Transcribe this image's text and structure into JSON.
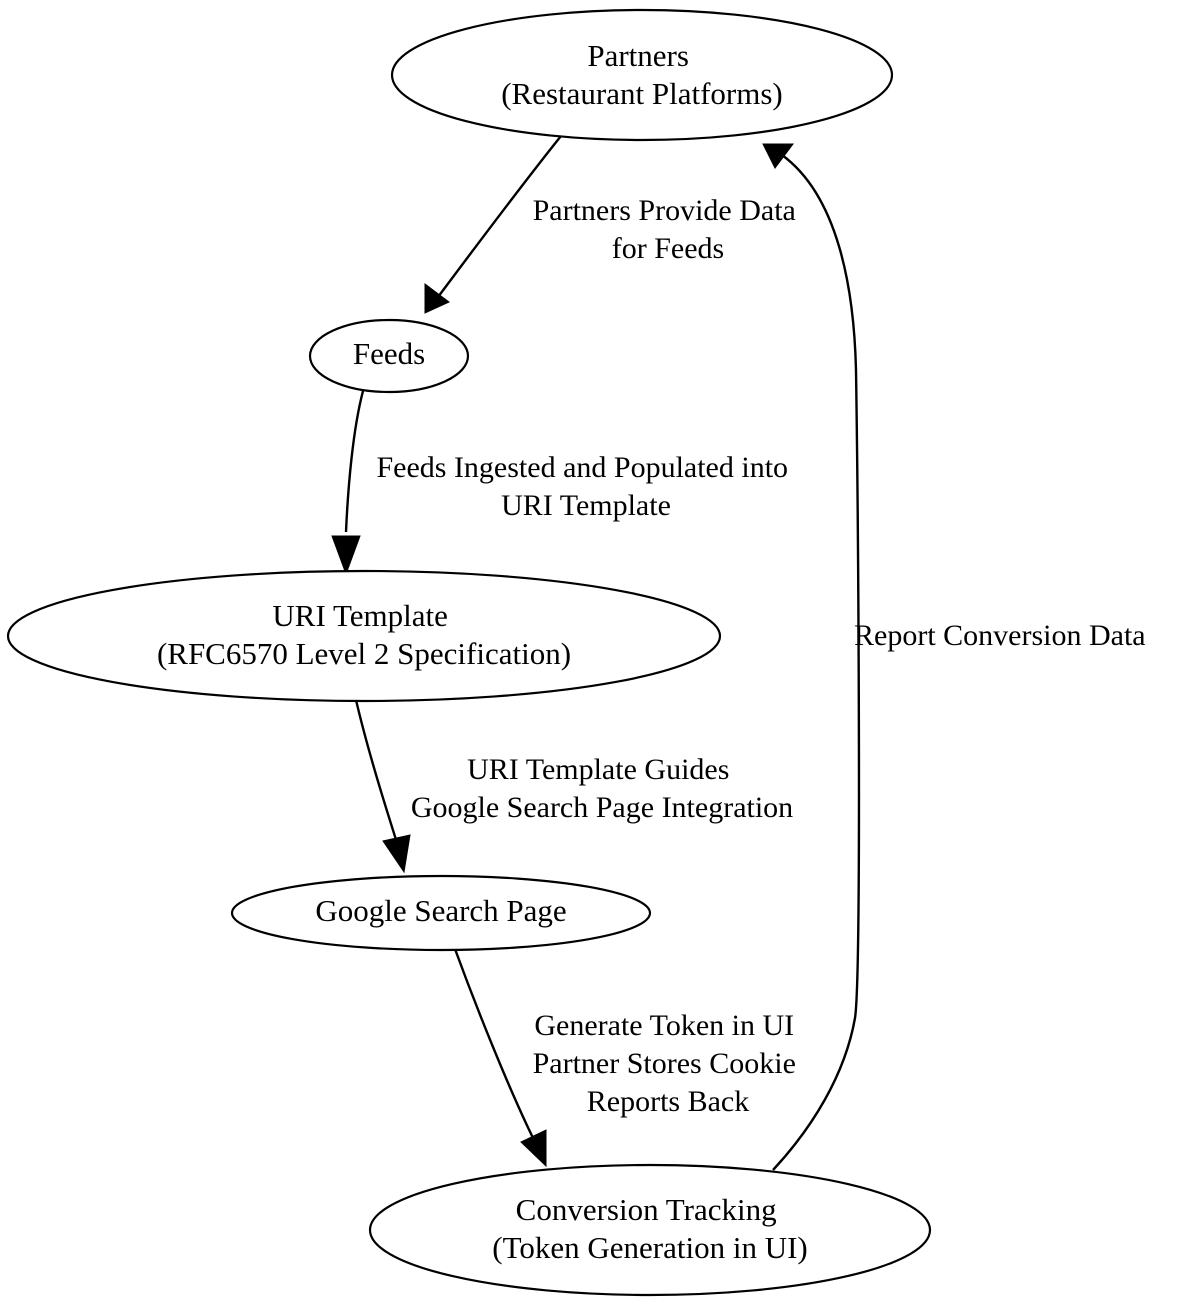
{
  "diagram": {
    "type": "flowchart",
    "title": "",
    "background_color": "#ffffff",
    "stroke_color": "#000000",
    "text_color": "#000000",
    "node_fill": "#ffffff",
    "nodes": [
      {
        "id": "partners",
        "shape": "ellipse",
        "lines": [
          "Partners",
          "(Restaurant Platforms)"
        ],
        "line1": "Partners",
        "line2": "(Restaurant Platforms)"
      },
      {
        "id": "feeds",
        "shape": "ellipse",
        "lines": [
          "Feeds"
        ],
        "line1": "Feeds",
        "line2": ""
      },
      {
        "id": "uri_template",
        "shape": "ellipse",
        "lines": [
          "URI Template",
          "(RFC6570 Level 2 Specification)"
        ],
        "line1": "URI Template",
        "line2": "(RFC6570 Level 2 Specification)"
      },
      {
        "id": "google_search_page",
        "shape": "ellipse",
        "lines": [
          "Google Search Page"
        ],
        "line1": "Google Search Page",
        "line2": ""
      },
      {
        "id": "conversion_tracking",
        "shape": "ellipse",
        "lines": [
          "Conversion Tracking",
          "(Token Generation in UI)"
        ],
        "line1": "Conversion Tracking",
        "line2": "(Token Generation in UI)"
      }
    ],
    "edges": [
      {
        "id": "partners-to-feeds",
        "from": "partners",
        "to": "feeds",
        "lines": [
          "Partners Provide Data",
          "for Feeds"
        ],
        "line1": "Partners Provide Data",
        "line2": "for Feeds",
        "line3": ""
      },
      {
        "id": "feeds-to-uri-template",
        "from": "feeds",
        "to": "uri_template",
        "lines": [
          "Feeds Ingested and Populated into",
          "URI Template"
        ],
        "line1": "Feeds Ingested and Populated into",
        "line2": "URI Template",
        "line3": ""
      },
      {
        "id": "uri-template-to-google-search-page",
        "from": "uri_template",
        "to": "google_search_page",
        "lines": [
          "URI Template Guides",
          "Google Search Page Integration"
        ],
        "line1": "URI Template Guides",
        "line2": "Google Search Page Integration",
        "line3": ""
      },
      {
        "id": "google-search-page-to-conversion-tracking",
        "from": "google_search_page",
        "to": "conversion_tracking",
        "lines": [
          "Generate Token in UI",
          "Partner Stores Cookie",
          "Reports Back"
        ],
        "line1": "Generate Token in UI",
        "line2": "Partner Stores Cookie",
        "line3": "Reports Back"
      },
      {
        "id": "conversion-tracking-to-partners",
        "from": "conversion_tracking",
        "to": "partners",
        "lines": [
          "Report Conversion Data"
        ],
        "line1": "Report Conversion Data",
        "line2": "",
        "line3": ""
      }
    ]
  }
}
